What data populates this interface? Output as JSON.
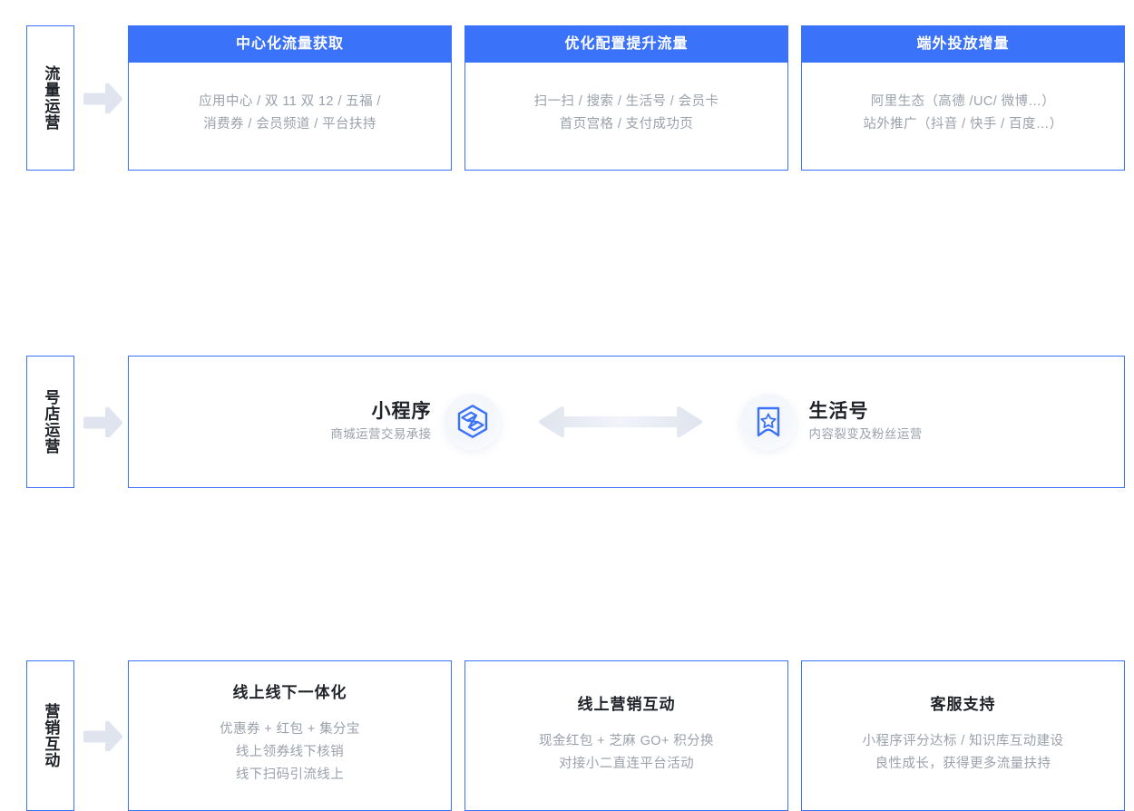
{
  "theme": {
    "accent_blue": "#3a72fa",
    "border_blue": "#3c72fa",
    "muted_text": "#9aa1ab",
    "dark_text": "#1f2228",
    "arrow_gray": "#dfe4ee"
  },
  "rows": [
    {
      "stage_label": "流量运营",
      "arrow_icon": "right-arrow-icon",
      "layout": "cards",
      "cards": [
        {
          "header": "中心化流量获取",
          "lines": [
            "应用中心 / 双 11 双 12 / 五福 /",
            "消费券 / 会员频道 / 平台扶持"
          ]
        },
        {
          "header": "优化配置提升流量",
          "lines": [
            "扫一扫 / 搜索 / 生活号 / 会员卡",
            "首页宫格 / 支付成功页"
          ]
        },
        {
          "header": "端外投放增量",
          "lines": [
            "阿里生态（高德 /UC/ 微博…）",
            "站外推广（抖音 / 快手 / 百度…）"
          ]
        }
      ]
    },
    {
      "stage_label": "号店运营",
      "arrow_icon": "right-arrow-icon",
      "layout": "panel",
      "panel": {
        "left_node": {
          "title": "小程序",
          "subtitle": "商城运营交易承接",
          "icon": "mini-program-hexagon-icon"
        },
        "connector_icon": "bidirectional-arrow-icon",
        "right_node": {
          "title": "生活号",
          "subtitle": "内容裂变及粉丝运营",
          "icon": "bookmark-star-icon"
        }
      }
    },
    {
      "stage_label": "营销互动",
      "arrow_icon": "right-arrow-icon",
      "layout": "cards",
      "cards": [
        {
          "title": "线上线下一体化",
          "lines": [
            "优惠券 + 红包 + 集分宝",
            "线上领券线下核销",
            "线下扫码引流线上"
          ]
        },
        {
          "title": "线上营销互动",
          "lines": [
            "现金红包 + 芝麻 GO+ 积分换",
            "对接小二直连平台活动"
          ]
        },
        {
          "title": "客服支持",
          "lines": [
            "小程序评分达标 / 知识库互动建设",
            "良性成长，获得更多流量扶持"
          ]
        }
      ]
    }
  ]
}
